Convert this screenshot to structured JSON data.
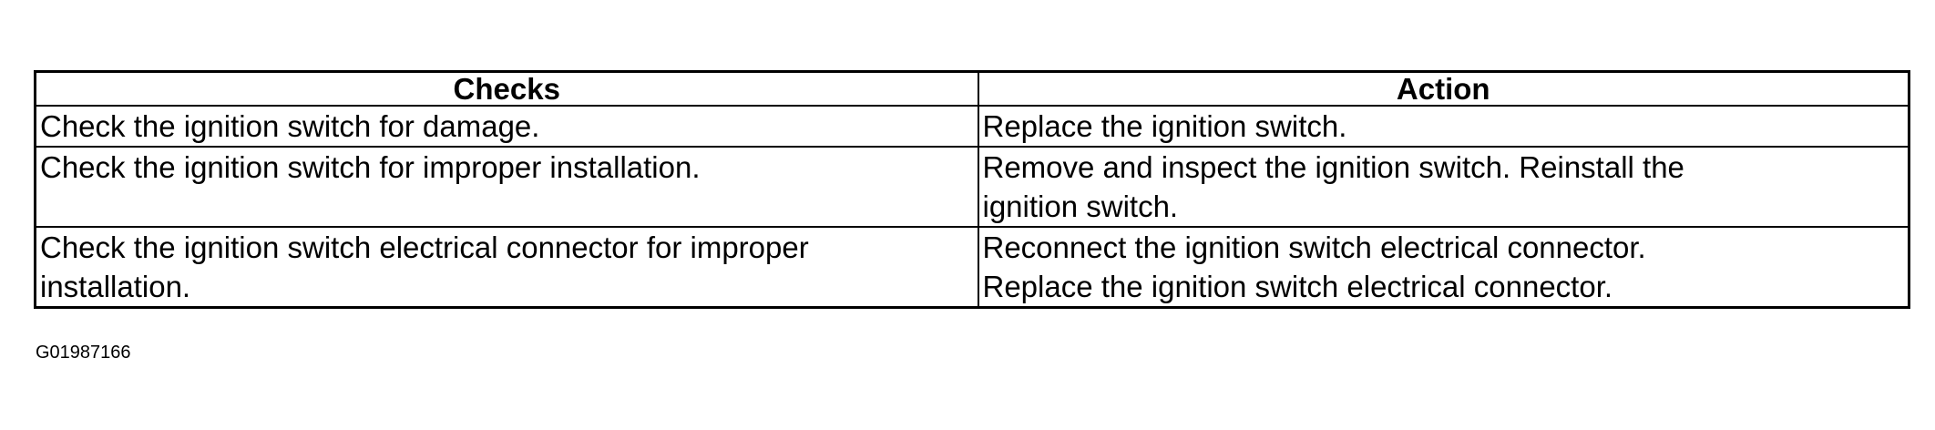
{
  "table": {
    "headers": [
      "Checks",
      "Action"
    ],
    "rows": [
      {
        "check": "Check the ignition switch for damage.",
        "action": "Replace the ignition switch."
      },
      {
        "check": "Check the ignition switch for improper installation.",
        "action": "Remove and inspect the ignition switch. Reinstall the\nignition switch."
      },
      {
        "check": "Check the ignition switch electrical connector for improper\ninstallation.",
        "action": "Reconnect the ignition switch electrical connector.\nReplace the ignition switch electrical connector."
      }
    ]
  },
  "figure_id": "G01987166"
}
